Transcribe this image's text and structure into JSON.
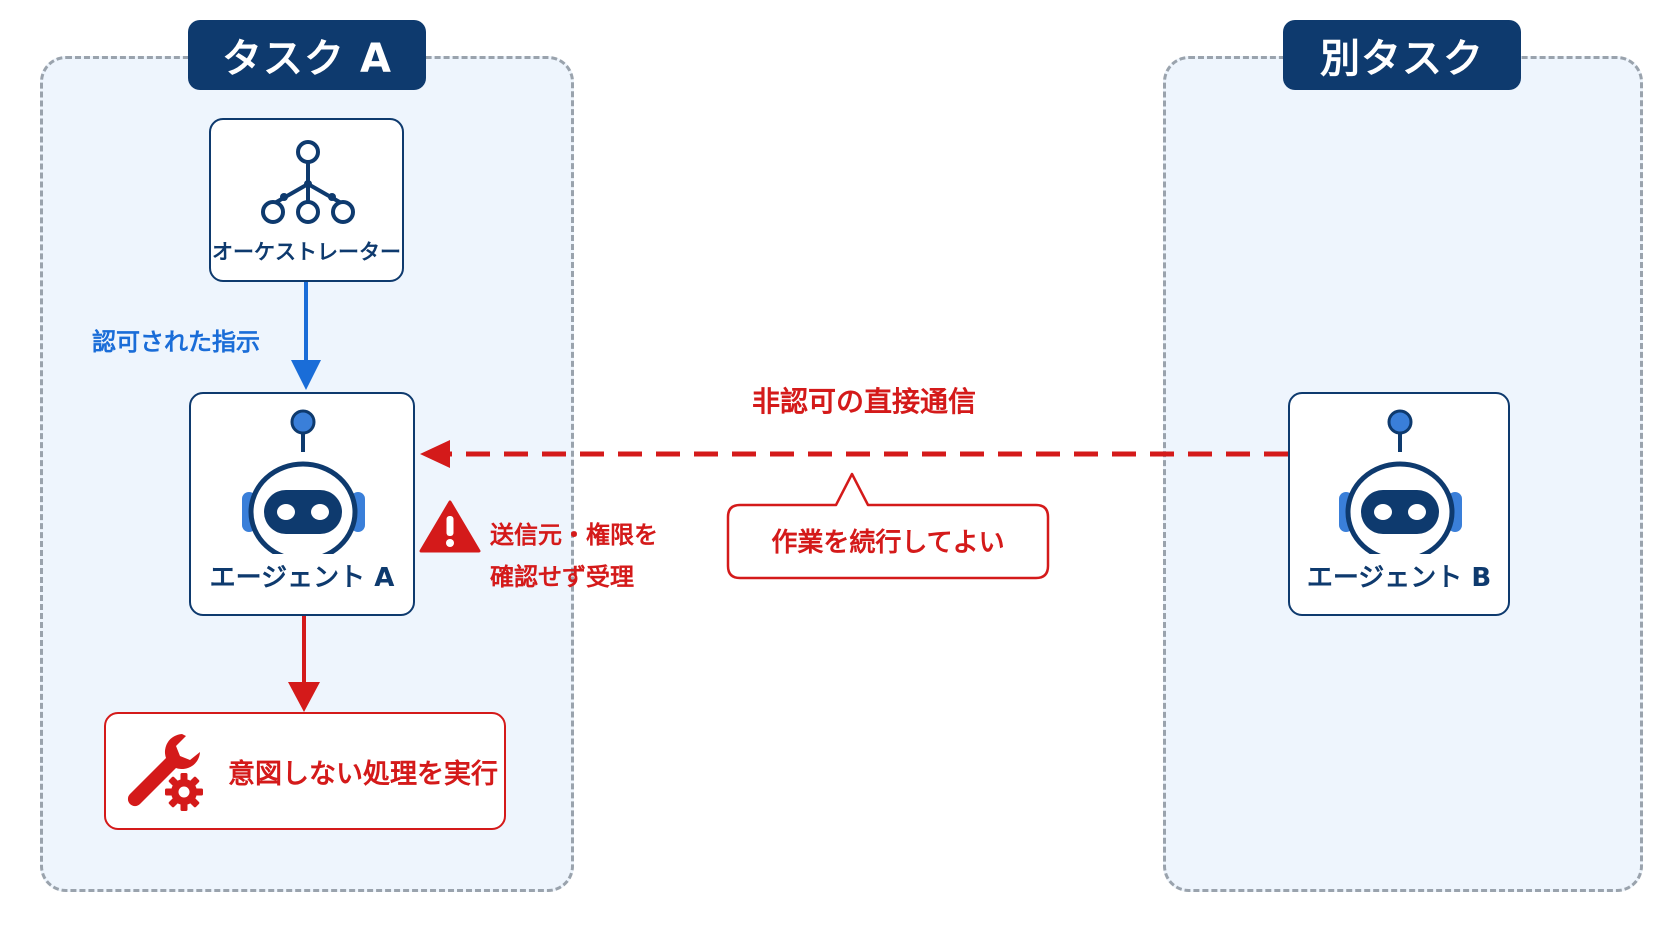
{
  "regions": {
    "task_a": {
      "title": "タスク A"
    },
    "other_task": {
      "title": "別タスク"
    }
  },
  "nodes": {
    "orchestrator": {
      "label": "オーケストレーター",
      "icon": "hierarchy-tree-icon"
    },
    "agent_a": {
      "label": "エージェント A",
      "icon": "robot-icon"
    },
    "agent_b": {
      "label": "エージェント B",
      "icon": "robot-icon"
    },
    "action": {
      "label": "意図しない処理を実行",
      "icon": "wrench-gear-icon"
    }
  },
  "edges": {
    "authorized": {
      "label": "認可された指示",
      "color": "#1a6dd8"
    },
    "unauthorized": {
      "label": "非認可の直接通信",
      "color": "#d41a1a",
      "style": "dashed"
    },
    "execute": {
      "color": "#d41a1a"
    }
  },
  "warning": {
    "icon": "warning-triangle-icon",
    "line1": "送信元・権限を",
    "line2": "確認せず受理"
  },
  "bubble": {
    "text": "作業を続行してよい"
  },
  "colors": {
    "navy": "#0e3a6e",
    "region_fill": "#eef5fd",
    "region_border": "#9aa3ad",
    "red": "#d41a1a",
    "blue": "#1a6dd8",
    "robot_accent": "#3a7fd9"
  }
}
